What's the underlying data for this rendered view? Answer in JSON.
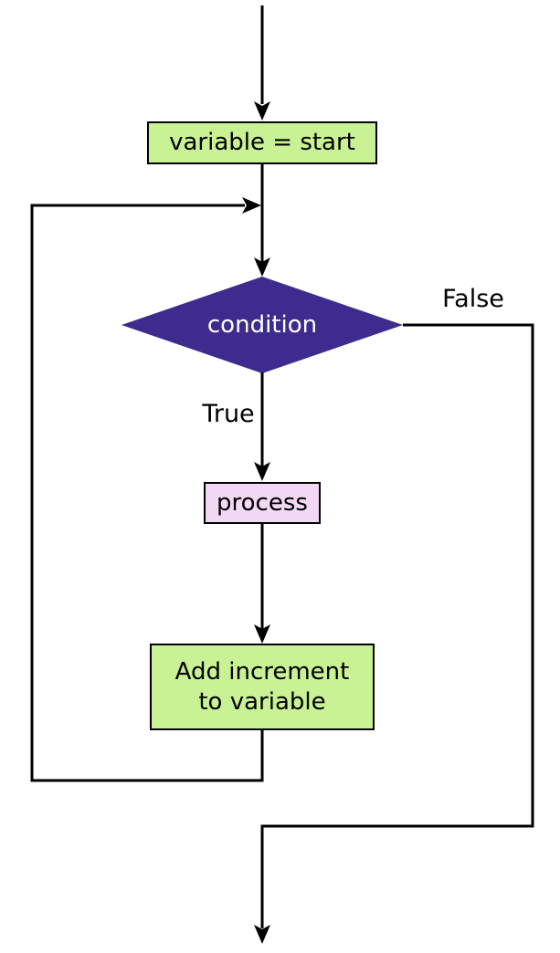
{
  "nodes": {
    "init": {
      "label": "variable = start"
    },
    "condition": {
      "label": "condition"
    },
    "process": {
      "label": "process"
    },
    "increment": {
      "line1": "Add increment",
      "line2": "to variable"
    }
  },
  "edges": {
    "true_label": "True",
    "false_label": "False"
  },
  "colors": {
    "node_green": "#c9f294",
    "condition_fill": "#3d2b8e",
    "condition_text": "#ffffff",
    "process_fill": "#f2d8f4",
    "line": "#000000",
    "border": "#000000",
    "background": "#ffffff"
  }
}
